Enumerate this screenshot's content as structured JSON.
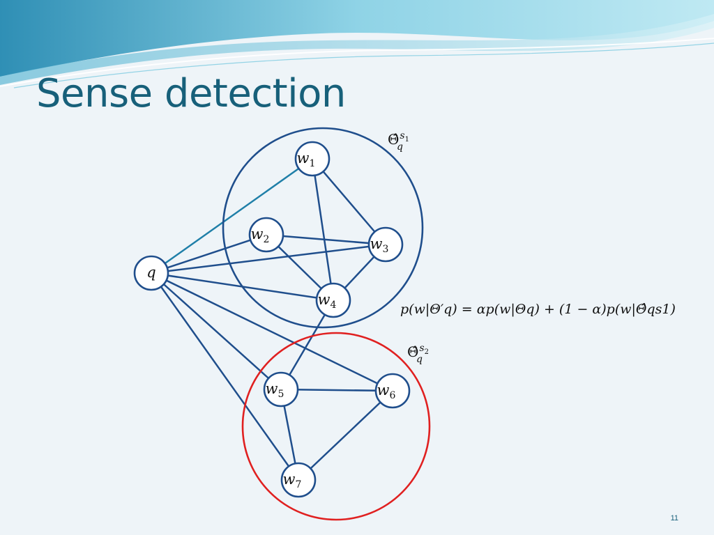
{
  "slide": {
    "title": "Sense detection",
    "page_number": "11"
  },
  "graph": {
    "query_node": {
      "id": "q",
      "label": "q"
    },
    "word_nodes": [
      {
        "id": "w1",
        "base": "w",
        "sub": "1"
      },
      {
        "id": "w2",
        "base": "w",
        "sub": "2"
      },
      {
        "id": "w3",
        "base": "w",
        "sub": "3"
      },
      {
        "id": "w4",
        "base": "w",
        "sub": "4"
      },
      {
        "id": "w5",
        "base": "w",
        "sub": "5"
      },
      {
        "id": "w6",
        "base": "w",
        "sub": "6"
      },
      {
        "id": "w7",
        "base": "w",
        "sub": "7"
      }
    ],
    "edges": [
      [
        "q",
        "w1"
      ],
      [
        "q",
        "w2"
      ],
      [
        "q",
        "w3"
      ],
      [
        "q",
        "w4"
      ],
      [
        "q",
        "w5"
      ],
      [
        "q",
        "w6"
      ],
      [
        "q",
        "w7"
      ],
      [
        "w1",
        "w3"
      ],
      [
        "w1",
        "w4"
      ],
      [
        "w2",
        "w3"
      ],
      [
        "w2",
        "w4"
      ],
      [
        "w3",
        "w4"
      ],
      [
        "w4",
        "w5"
      ],
      [
        "w5",
        "w6"
      ],
      [
        "w5",
        "w7"
      ],
      [
        "w6",
        "w7"
      ]
    ],
    "clusters": [
      {
        "id": "sense-1",
        "label_symbol": "Θ̂",
        "label_sup": "s",
        "label_sup_sub": "1",
        "label_sub": "q",
        "color": "#1f4e8c"
      },
      {
        "id": "sense-2",
        "label_symbol": "Θ̂",
        "label_sup": "s",
        "label_sup_sub": "2",
        "label_sub": "q",
        "color": "#e02020"
      }
    ],
    "edge_color": "#1f4e8c",
    "node_stroke": "#1f4e8c"
  },
  "equation": {
    "text": "p(w|Θ′q) = αp(w|Θq) + (1 − α)p(w|Θ̂qs1)"
  },
  "colors": {
    "title": "#17607a",
    "wave_light": "#a9dcea",
    "wave_dark": "#3ea2c2"
  }
}
